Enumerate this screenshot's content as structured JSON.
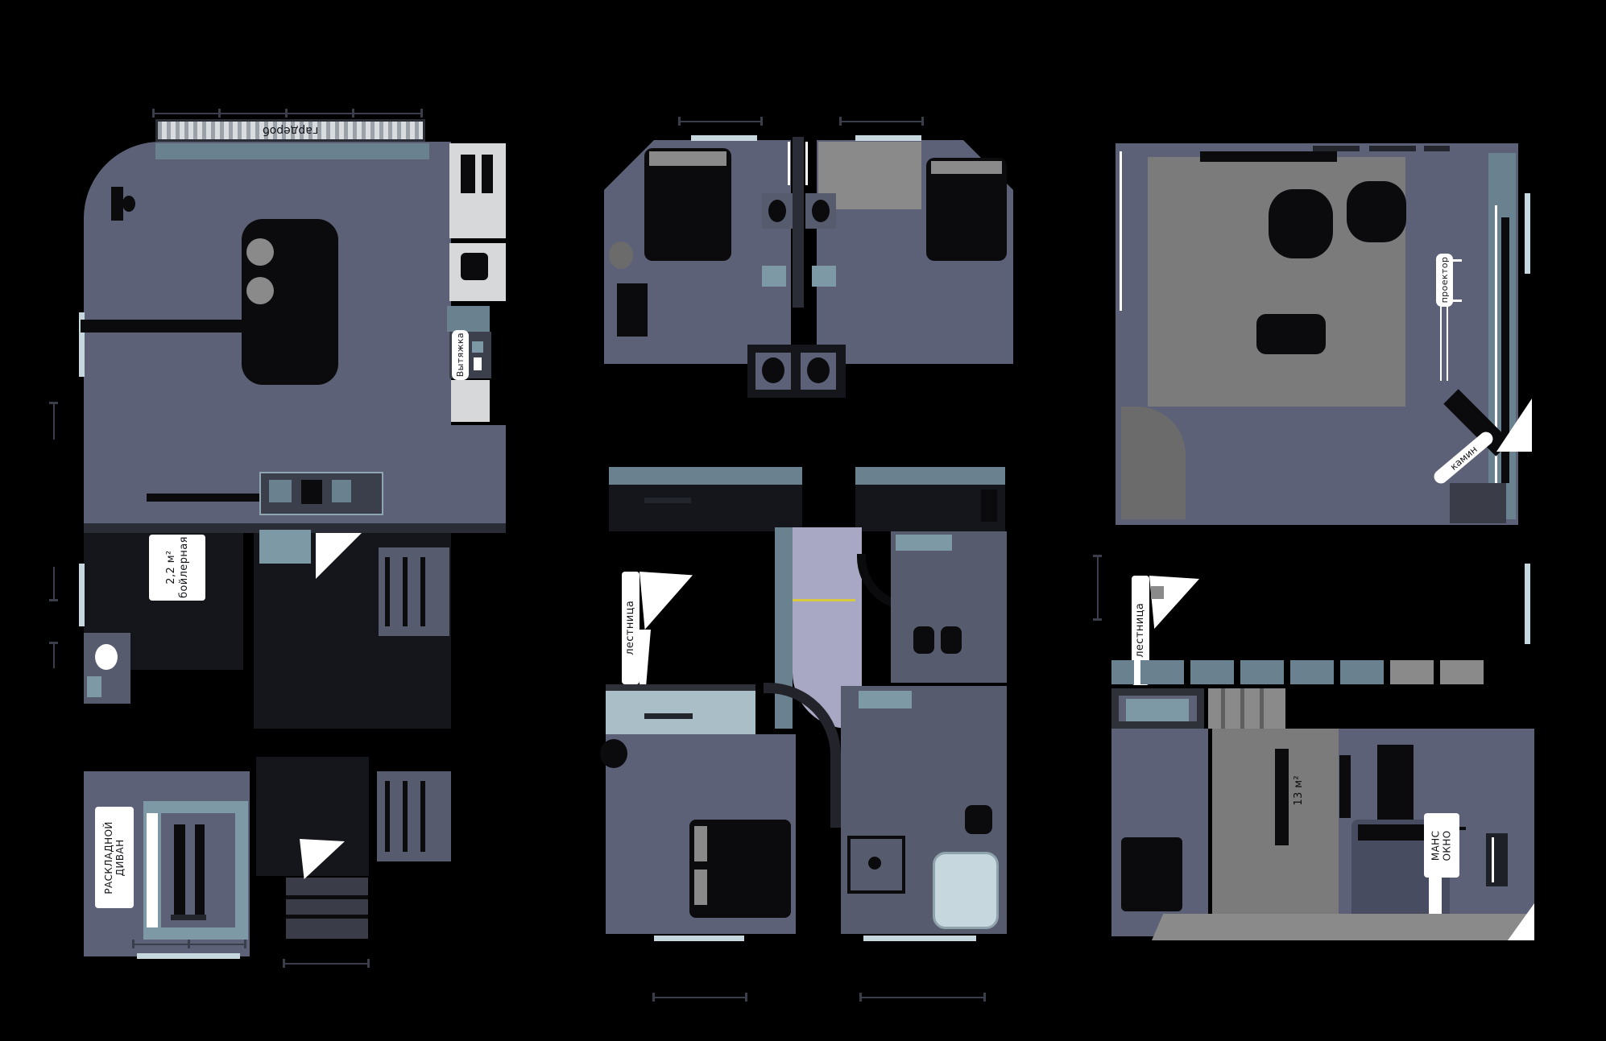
{
  "document": {
    "kind": "apartment-floor-plans",
    "floors_count": 3,
    "language": "ru",
    "background": "#000000"
  },
  "palette": {
    "floor_slate": "#5c6177",
    "floor_dark": "#15161b",
    "wall_dark": "#2b2d36",
    "teal_furniture": "#7d99a6",
    "teal_band": "#6a8290",
    "pale_blue": "#c7d7de",
    "light_gray": "#d6d8da",
    "rug_gray": "#7b7b7b",
    "lavender_corridor": "#a9a8c4",
    "accent_yellow": "#d9c93f",
    "label_background": "#ffffff",
    "label_text": "#15161a"
  },
  "floor1": {
    "labels": {
      "wardrobe": "гардероб",
      "hood": "Вытяжка",
      "boiler_room": "бойлерная",
      "boiler_area": "2,2 м²",
      "folding_sofa_line1": "РАСКЛАДНОЙ",
      "folding_sofa_line2": "ДИВАН"
    }
  },
  "floor2": {
    "labels": {
      "stairs": "лестница"
    }
  },
  "floor3": {
    "labels": {
      "stairs": "лестница",
      "projector": "проектор",
      "fireplace": "камин",
      "room_area": "13 м²",
      "mansard_window_line1": "МАНС",
      "mansard_window_line2": "ОКНО"
    }
  }
}
